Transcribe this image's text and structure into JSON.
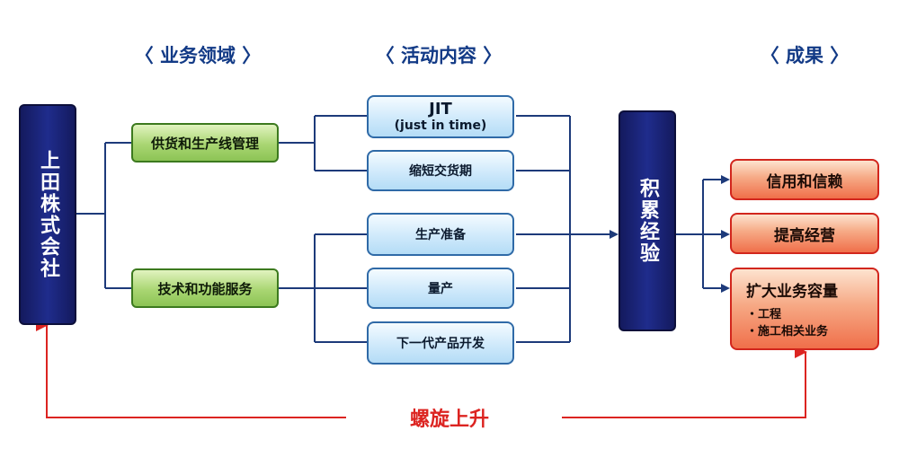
{
  "headers": {
    "domain": "〈 业务领域 〉",
    "activities": "〈 活动内容 〉",
    "results": "〈 成果 〉"
  },
  "company": "上田株式会社",
  "domains": [
    {
      "label": "供货和生产线管理"
    },
    {
      "label": "技术和功能服务"
    }
  ],
  "activities": [
    {
      "label": "JIT",
      "sub": "(just in time)"
    },
    {
      "label": "缩短交货期"
    },
    {
      "label": "生产准备"
    },
    {
      "label": "量产"
    },
    {
      "label": "下一代产品开发"
    }
  ],
  "accumulate": "积累经验",
  "results": [
    {
      "label": "信用和信赖"
    },
    {
      "label": "提高经营"
    },
    {
      "label": "扩大业务容量",
      "items": [
        "・工程",
        "・施工相关业务"
      ]
    }
  ],
  "spiral": "螺旋上升",
  "colors": {
    "navy": "#1a2478",
    "line": "#1d3a7a",
    "red_arrow": "#dc2421",
    "header": "#123a86"
  }
}
